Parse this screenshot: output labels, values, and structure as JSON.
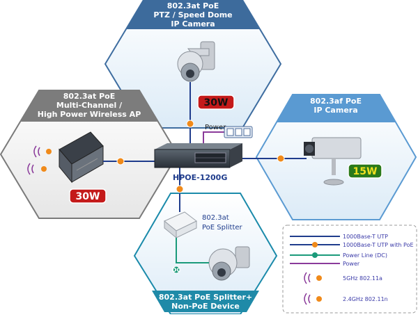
{
  "cameras": {
    "ptz": {
      "line1": "802.3at PoE",
      "line2": "PTZ / Speed Dome",
      "line3": "IP Camera",
      "watt": "30W"
    },
    "ip": {
      "line1": "802.3af PoE",
      "line2": "IP Camera",
      "watt": "15W"
    }
  },
  "ap": {
    "line1": "802.3at PoE",
    "line2": "Multi-Channel /",
    "line3": "High Power Wireless AP",
    "watt": "30W"
  },
  "splitter_device": {
    "line1": "802.3at PoE Splitter+",
    "line2": "Non-PoE Device",
    "splitter_line1": "802.3at",
    "splitter_line2": "PoE Splitter"
  },
  "switch": {
    "model": "HPOE-1200G",
    "power_label": "Power"
  },
  "legend": {
    "items": [
      {
        "label": "1000Base-T UTP",
        "color": "#1f3c8c"
      },
      {
        "label": "1000Base-T UTP with PoE",
        "color": "#1f3c8c"
      },
      {
        "label": "Power Line (DC)",
        "color": "#1a9a7a"
      },
      {
        "label": "Power",
        "color": "#8a3a9a"
      },
      {
        "label": "5GHz 802.11a",
        "color": "#8a3a9a"
      },
      {
        "label": "2.4GHz 802.11n",
        "color": "#8a3a9a"
      }
    ]
  },
  "colors": {
    "ptz_hex": "#2d5a8c",
    "ap_hex": "#7a7a7a",
    "ip_hex": "#4a8ac8",
    "splitter_hex": "#1a8aaa",
    "badge_red": "#c41a1a",
    "badge_green": "#2a7a1a"
  }
}
